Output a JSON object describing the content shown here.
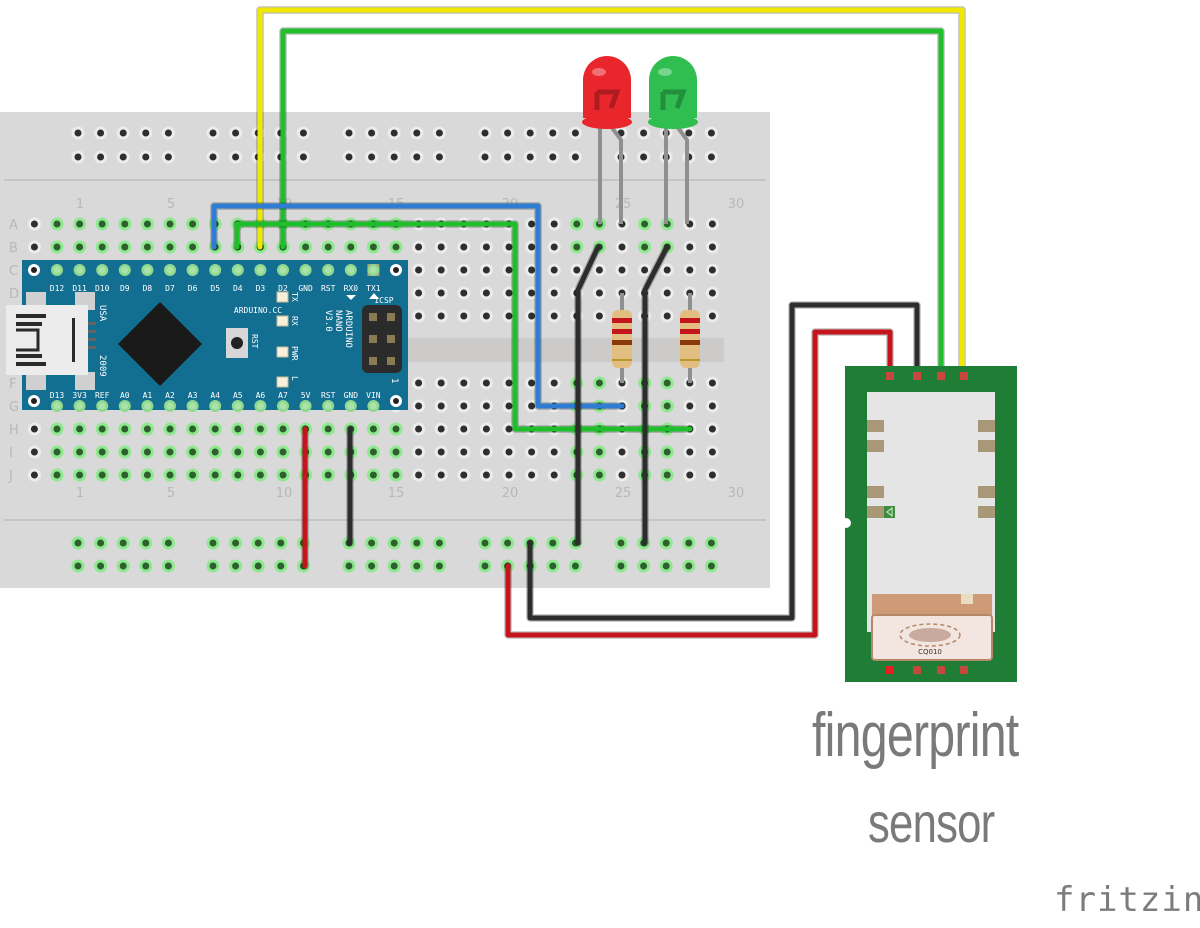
{
  "diagram": {
    "tool_watermark": "fritzing",
    "caption_line1": "fingerprint",
    "caption_line2": "sensor"
  },
  "breadboard": {
    "row_labels": [
      "A",
      "B",
      "C",
      "D",
      "E",
      "F",
      "G",
      "H",
      "I",
      "J"
    ],
    "column_labels": [
      "1",
      "5",
      "10",
      "15",
      "20",
      "25",
      "30"
    ],
    "color_body": "#d9d9d9"
  },
  "arduino": {
    "name_lines": [
      "ARDUINO",
      "NANO",
      "V3.0"
    ],
    "website": "ARDUINO.CC",
    "usa_label": "USA",
    "year_label": "2009",
    "rst_label": "RST",
    "icsp_label": "ICSP",
    "pin1_label": "1",
    "led_labels": [
      "TX",
      "RX",
      "PWR",
      "L"
    ],
    "top_pins": [
      "D12",
      "D11",
      "D10",
      "D9",
      "D8",
      "D7",
      "D6",
      "D5",
      "D4",
      "D3",
      "D2",
      "GND",
      "RST",
      "RX0",
      "TX1"
    ],
    "bottom_pins": [
      "D13",
      "3V3",
      "REF",
      "A0",
      "A1",
      "A2",
      "A3",
      "A4",
      "A5",
      "A6",
      "A7",
      "5V",
      "RST",
      "GND",
      "VIN"
    ],
    "color": "#126f91"
  },
  "components": {
    "leds": [
      {
        "name": "red-led",
        "color": "#e8262b"
      },
      {
        "name": "green-led",
        "color": "#2fbe4f"
      }
    ],
    "resistors": [
      {
        "name": "resistor-red-led",
        "bands": [
          "#c4151c",
          "#c4151c",
          "#8a3a0a",
          "#b8962e"
        ]
      },
      {
        "name": "resistor-green-led",
        "bands": [
          "#c4151c",
          "#c4151c",
          "#8a3a0a",
          "#b8962e"
        ]
      }
    ],
    "sensor": {
      "module_label": "CQ010",
      "pcb_color": "#207d35"
    }
  },
  "wires": [
    {
      "name": "yellow-wire-d3-to-sensor",
      "color": "#f0e800"
    },
    {
      "name": "green-wire-d2-to-sensor",
      "color": "#1fbf2c"
    },
    {
      "name": "blue-wire-d5-to-red-led",
      "color": "#2f7dd3"
    },
    {
      "name": "green-wire-d4-to-green-led",
      "color": "#1fbf2c"
    },
    {
      "name": "red-wire-5v-to-rail",
      "color": "#c4151c"
    },
    {
      "name": "black-wire-gnd-to-rail",
      "color": "#2d2d2d"
    },
    {
      "name": "black-wire-red-led-gnd",
      "color": "#2d2d2d"
    },
    {
      "name": "black-wire-green-led-gnd",
      "color": "#2d2d2d"
    },
    {
      "name": "black-wire-rail-to-sensor",
      "color": "#2d2d2d"
    },
    {
      "name": "red-wire-rail-to-sensor",
      "color": "#c4151c"
    }
  ]
}
